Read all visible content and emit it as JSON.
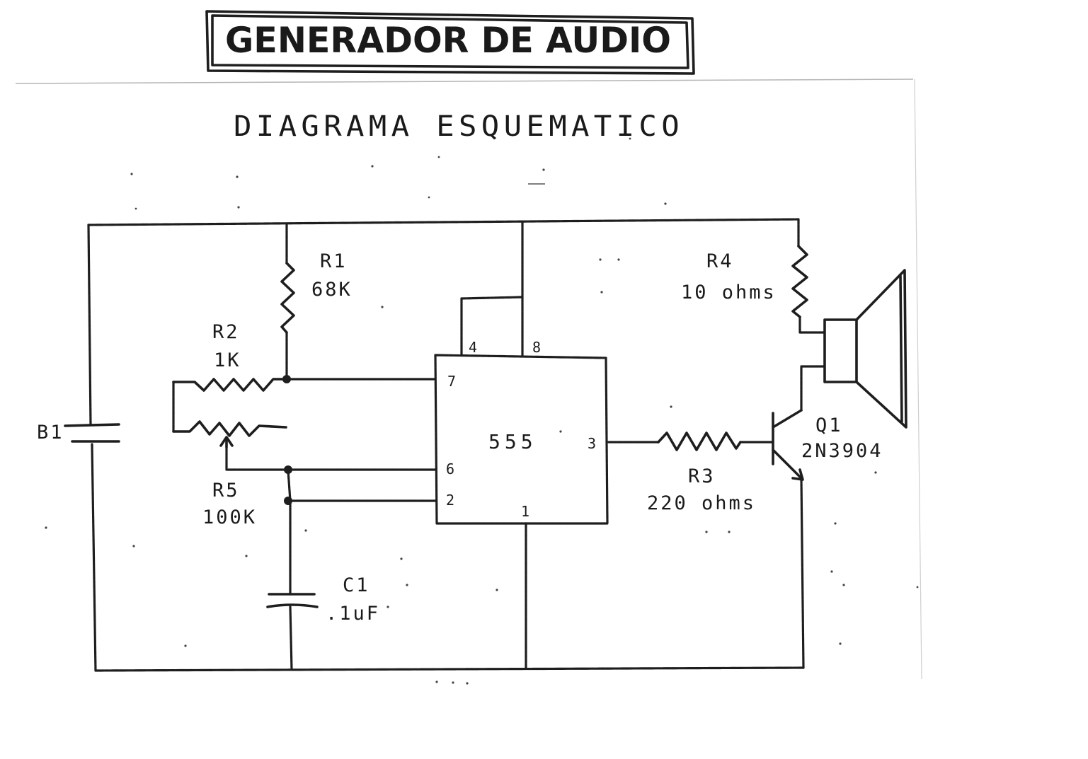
{
  "header": {
    "handwritten_title": "GENERADOR DE AUDIO"
  },
  "schematic": {
    "title": "DIAGRAMA ESQUEMATICO",
    "ic": {
      "label": "555",
      "pins": {
        "trigger": "7",
        "reset4": "4",
        "vcc": "8",
        "output": "3",
        "control": "6",
        "threshold": "2",
        "ground": "1"
      }
    },
    "components": {
      "r1": {
        "ref": "R1",
        "value": "68K"
      },
      "r2": {
        "ref": "R2",
        "value": "1K"
      },
      "r5": {
        "ref": "R5",
        "value": "100K"
      },
      "c1": {
        "ref": "C1",
        "value": ".1uF"
      },
      "r3": {
        "ref": "R3",
        "value": "220 ohms"
      },
      "r4": {
        "ref": "R4",
        "value": "10 ohms"
      },
      "q1": {
        "ref": "Q1",
        "value": "2N3904"
      },
      "b1": {
        "ref": "B1"
      }
    }
  }
}
